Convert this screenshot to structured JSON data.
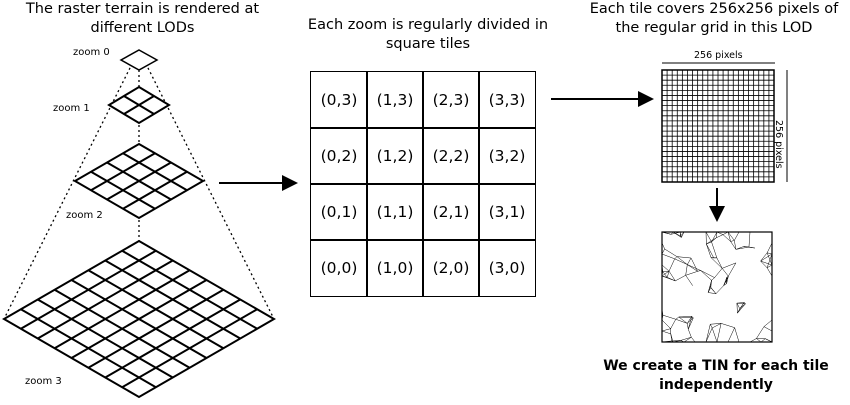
{
  "captions": {
    "left": "The raster terrain is rendered at different LODs",
    "middle": "Each zoom is regularly divided in square tiles",
    "right": "Each tile covers 256x256 pixels of the regular grid in this LOD",
    "bottom": "We create a TIN for each tile independently"
  },
  "zoom_levels": [
    {
      "label": "zoom 0",
      "divisions": 1
    },
    {
      "label": "zoom 1",
      "divisions": 2
    },
    {
      "label": "zoom 2",
      "divisions": 4
    },
    {
      "label": "zoom 3",
      "divisions": 8
    }
  ],
  "tiles": [
    [
      "(0,3)",
      "(1,3)",
      "(2,3)",
      "(3,3)"
    ],
    [
      "(0,2)",
      "(1,2)",
      "(2,2)",
      "(3,2)"
    ],
    [
      "(0,1)",
      "(1,1)",
      "(2,1)",
      "(3,1)"
    ],
    [
      "(0,0)",
      "(1,0)",
      "(2,0)",
      "(3,0)"
    ]
  ],
  "dimension_labels": {
    "width": "256 pixels",
    "height": "256 pixels"
  }
}
